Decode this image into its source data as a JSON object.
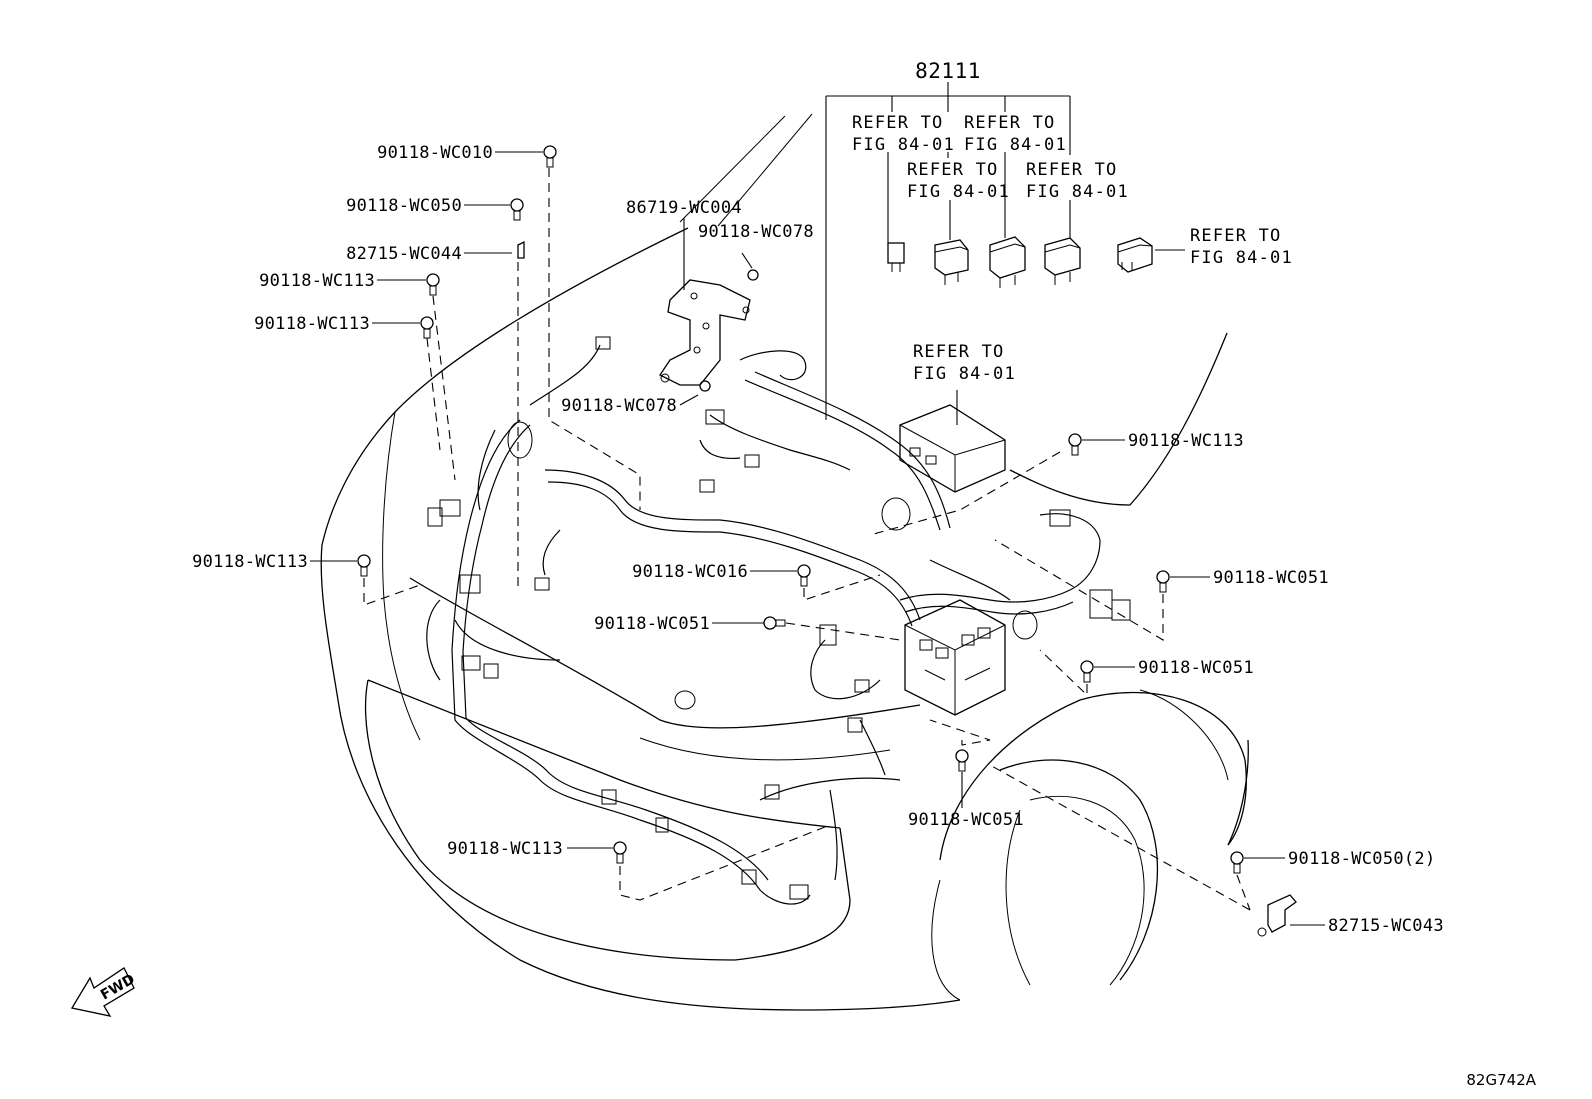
{
  "figure": {
    "figure_code": "82G742A",
    "fwd_label": "FWD"
  },
  "main_part": {
    "number": "82111",
    "refs": [
      {
        "line1": "REFER TO",
        "line2": "FIG 84-01"
      },
      {
        "line1": "REFER TO",
        "line2": "FIG 84-01"
      },
      {
        "line1": "REFER TO",
        "line2": "FIG 84-01"
      },
      {
        "line1": "REFER TO",
        "line2": "FIG 84-01"
      },
      {
        "line1": "REFER TO",
        "line2": "FIG 84-01"
      },
      {
        "line1": "REFER TO",
        "line2": "FIG 84-01"
      }
    ]
  },
  "parts": [
    "90118-WC010",
    "90118-WC050",
    "82715-WC044",
    "90118-WC113",
    "90118-WC113",
    "86719-WC004",
    "90118-WC078",
    "90118-WC078",
    "90118-WC113",
    "90118-WC113",
    "90118-WC016",
    "90118-WC051",
    "90118-WC051",
    "90118-WC051",
    "90118-WC051",
    "90118-WC113",
    "90118-WC050(2)",
    "82715-WC043"
  ],
  "icons": {
    "fwd_arrow": "fwd-arrow-icon",
    "bolt": "bolt-icon",
    "relay": "relay-icon",
    "fuse": "fuse-icon",
    "bracket": "bracket-icon",
    "relay_box": "relay-box-icon"
  }
}
